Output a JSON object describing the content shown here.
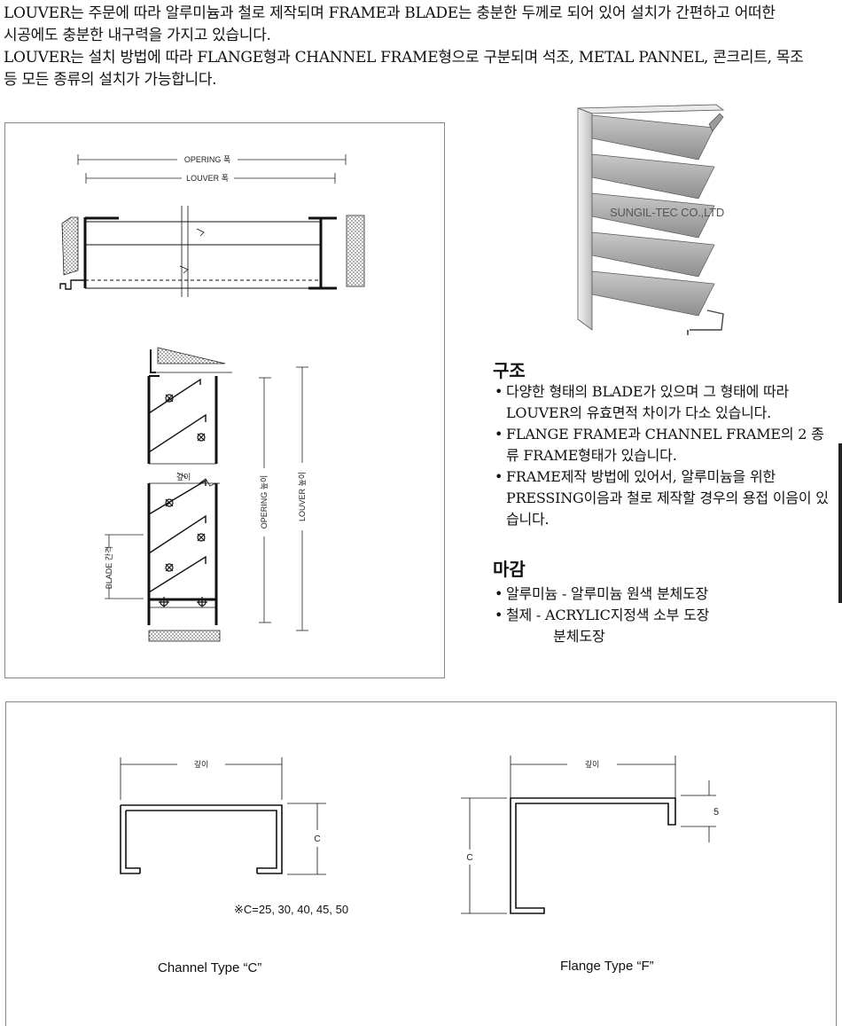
{
  "intro": {
    "line1": "LOUVER는 주문에 따라 알루미늄과 철로 제작되며 FRAME과 BLADE는 충분한 두께로 되어 있어 설치가 간편하고 어떠한",
    "line2": "시공에도 충분한 내구력을 가지고 있습니다.",
    "line3": "LOUVER는 설치 방법에 따라 FLANGE형과 CHANNEL FRAME형으로 구분되며 석조, METAL PANNEL, 콘크리트, 목조",
    "line4": "등 모든 종류의 설치가 가능합니다."
  },
  "drawing": {
    "opering_width": "OPERING 폭",
    "louver_width": "LOUVER 폭",
    "depth": "깊이",
    "opering_height": "OPERING 높이",
    "louver_height": "LOUVER 높이",
    "blade_gap": "BLADE 간격"
  },
  "photo": {
    "watermark": "SUNGIL-TEC CO.,LTD"
  },
  "structure": {
    "title": "구조",
    "items": [
      "다양한 형태의 BLADE가 있으며 그 형태에 따라 LOUVER의 유효면적 차이가 다소 있습니다.",
      "FLANGE FRAME과 CHANNEL FRAME의 2 종류 FRAME형태가 있습니다.",
      "FRAME제작 방법에 있어서, 알루미늄을 위한 PRESSING이음과 철로 제작할 경우의 용접 이음이 있습니다."
    ]
  },
  "finish": {
    "title": "마감",
    "items": [
      "알루미늄 - 알루미늄 원색 분체도장",
      "철제 - ACRYLIC지정색 소부 도장"
    ],
    "continuation": "분체도장"
  },
  "channel": {
    "depth": "깊이",
    "c": "C",
    "note": "※C=25, 30, 40, 45, 50",
    "label": "Channel Type  “C”"
  },
  "flange": {
    "depth": "깊이",
    "c": "C",
    "five": "5",
    "label": "Flange Type  “F”"
  }
}
